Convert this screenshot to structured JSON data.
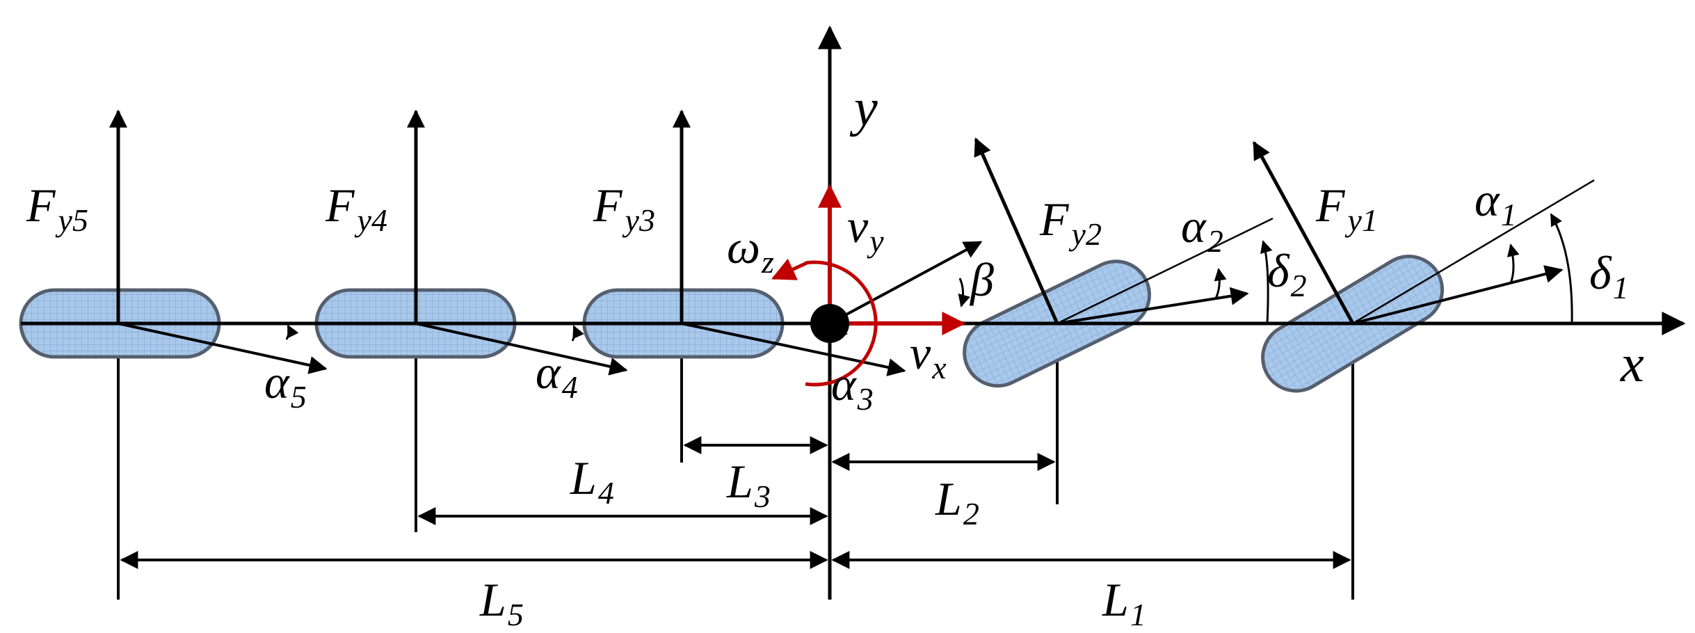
{
  "diagram": {
    "axes": {
      "x_label": "x",
      "y_label": "y"
    },
    "forces": [
      {
        "base": "F",
        "sub": "y1"
      },
      {
        "base": "F",
        "sub": "y2"
      },
      {
        "base": "F",
        "sub": "y3"
      },
      {
        "base": "F",
        "sub": "y4"
      },
      {
        "base": "F",
        "sub": "y5"
      }
    ],
    "slip_angles": [
      {
        "base": "α",
        "sub": "1"
      },
      {
        "base": "α",
        "sub": "2"
      },
      {
        "base": "α",
        "sub": "3"
      },
      {
        "base": "α",
        "sub": "4"
      },
      {
        "base": "α",
        "sub": "5"
      }
    ],
    "steer_angles": [
      {
        "base": "δ",
        "sub": "1"
      },
      {
        "base": "δ",
        "sub": "2"
      }
    ],
    "distances": [
      {
        "base": "L",
        "sub": "1"
      },
      {
        "base": "L",
        "sub": "2"
      },
      {
        "base": "L",
        "sub": "3"
      },
      {
        "base": "L",
        "sub": "4"
      },
      {
        "base": "L",
        "sub": "5"
      }
    ],
    "velocity": {
      "vx": {
        "base": "v",
        "sub": "x"
      },
      "vy": {
        "base": "v",
        "sub": "y"
      },
      "wz": {
        "base": "ω",
        "sub": "z"
      },
      "beta": "β"
    },
    "colors": {
      "line": "#000000",
      "red": "#c00000",
      "wheel_fill": "#a8c8ec",
      "wheel_grid": "#7f9fc8",
      "wheel_stroke": "#555f6e"
    }
  }
}
